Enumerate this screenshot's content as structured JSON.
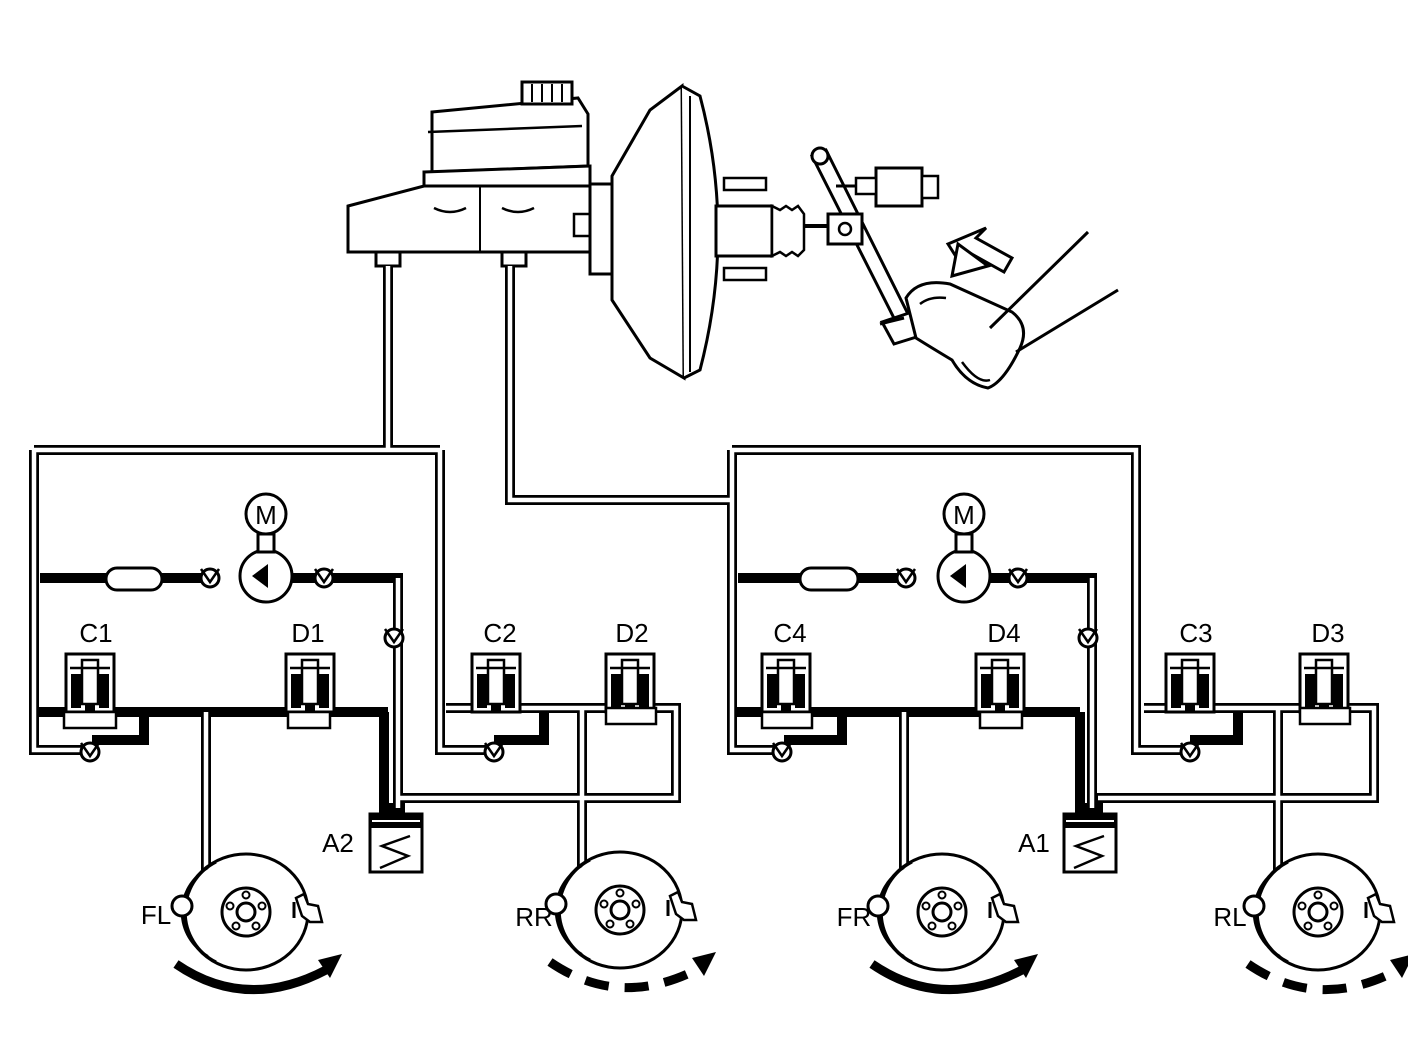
{
  "labels": {
    "motor_left": "M",
    "motor_right": "M",
    "c1": "C1",
    "d1": "D1",
    "c2": "C2",
    "d2": "D2",
    "c4": "C4",
    "d4": "D4",
    "c3": "C3",
    "d3": "D3",
    "a2": "A2",
    "a1": "A1",
    "fl": "FL",
    "rr": "RR",
    "fr": "FR",
    "rl": "RL"
  },
  "icons": {
    "master_cylinder": "master-cylinder-icon",
    "brake_booster": "brake-booster-icon",
    "brake_pedal": "brake-pedal-icon",
    "foot": "foot-icon",
    "press_arrow": "arrow-icon",
    "pump_motor": "pump-motor-icon",
    "valve": "solenoid-valve-icon",
    "check_valve": "check-valve-icon",
    "accumulator": "accumulator-icon",
    "wheel": "brake-disc-icon",
    "rotation_arrow": "rotation-arrow-icon"
  },
  "colors": {
    "line": "#000000",
    "background": "#ffffff"
  }
}
